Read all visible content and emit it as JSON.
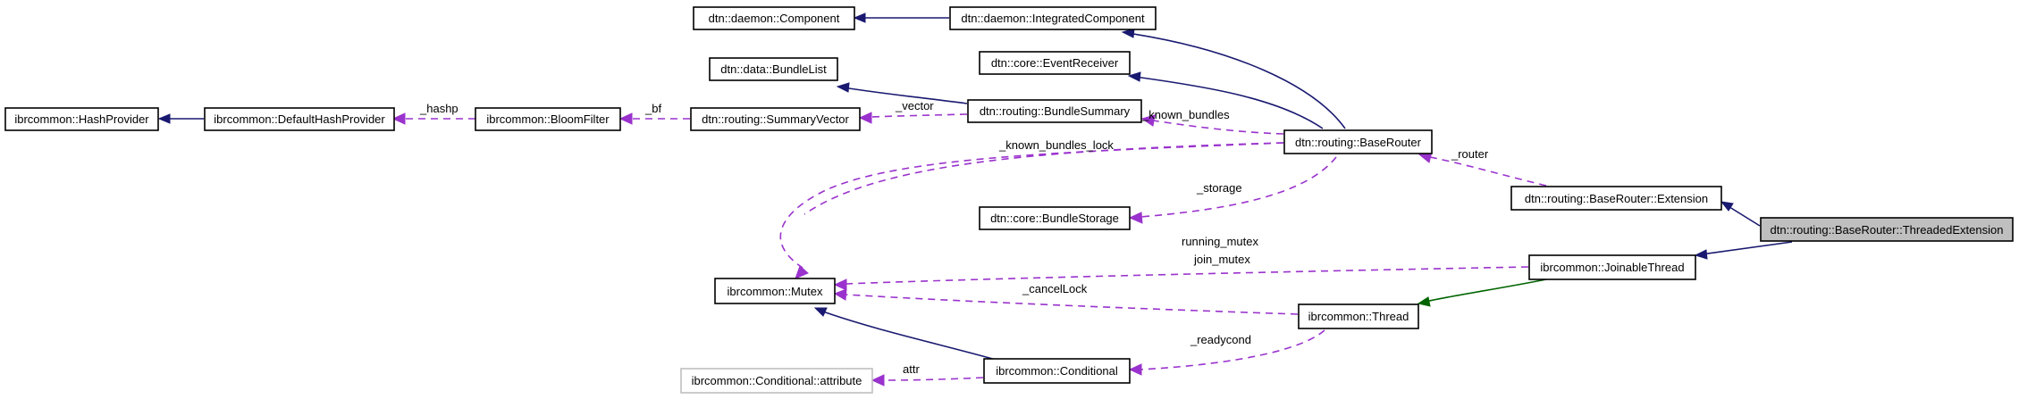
{
  "nodes": {
    "hashprovider": "ibrcommon::HashProvider",
    "defaulthashprovider": "ibrcommon::DefaultHashProvider",
    "bloomfilter": "ibrcommon::BloomFilter",
    "summaryvector": "dtn::routing::SummaryVector",
    "bundlelist": "dtn::data::BundleList",
    "component": "dtn::daemon::Component",
    "integratedcomponent": "dtn::daemon::IntegratedComponent",
    "eventreceiver": "dtn::core::EventReceiver",
    "bundlesummary": "dtn::routing::BundleSummary",
    "baserouter": "dtn::routing::BaseRouter",
    "bundlestorage": "dtn::core::BundleStorage",
    "extension": "dtn::routing::BaseRouter::Extension",
    "threadedextension": "dtn::routing::BaseRouter::ThreadedExtension",
    "mutex": "ibrcommon::Mutex",
    "joinablethread": "ibrcommon::JoinableThread",
    "thread": "ibrcommon::Thread",
    "conditional": "ibrcommon::Conditional",
    "attribute": "ibrcommon::Conditional::attribute"
  },
  "edge_labels": {
    "hashp": "_hashp",
    "bf": "_bf",
    "vector": "_vector",
    "known_bundles": "_known_bundles",
    "known_bundles_lock": "_known_bundles_lock",
    "router": "_router",
    "storage": "_storage",
    "running_mutex": "running_mutex",
    "join_mutex": "join_mutex",
    "cancellock": "_cancelLock",
    "readycond": "_readycond",
    "attr": "attr"
  },
  "colors": {
    "inheritance": "#191970",
    "private_inheritance": "#006400",
    "usage": "#9a32cd",
    "highlight_fill": "#bfbfbf"
  }
}
